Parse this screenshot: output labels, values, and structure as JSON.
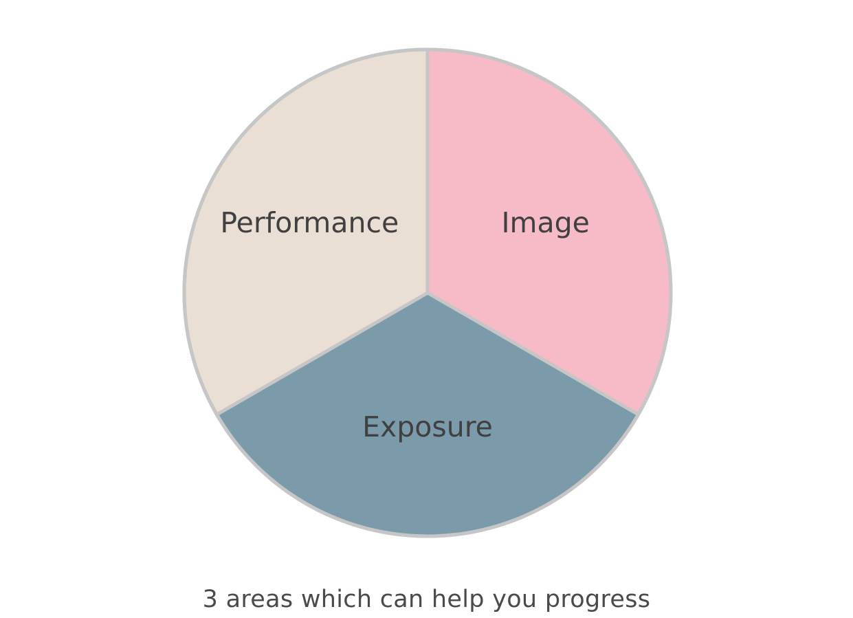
{
  "chart_data": {
    "type": "pie",
    "title": "",
    "categories": [
      "Image",
      "Exposure",
      "Performance"
    ],
    "values": [
      1,
      1,
      1
    ],
    "colors": [
      "#f6bbc7",
      "#7b9bab",
      "#eadfd4"
    ],
    "edge_color": "#c6c6c6",
    "label_color": "#404040",
    "start_angle_deg": 90,
    "direction": "clockwise",
    "legend": "none"
  },
  "caption": "3 areas which can help you progress"
}
